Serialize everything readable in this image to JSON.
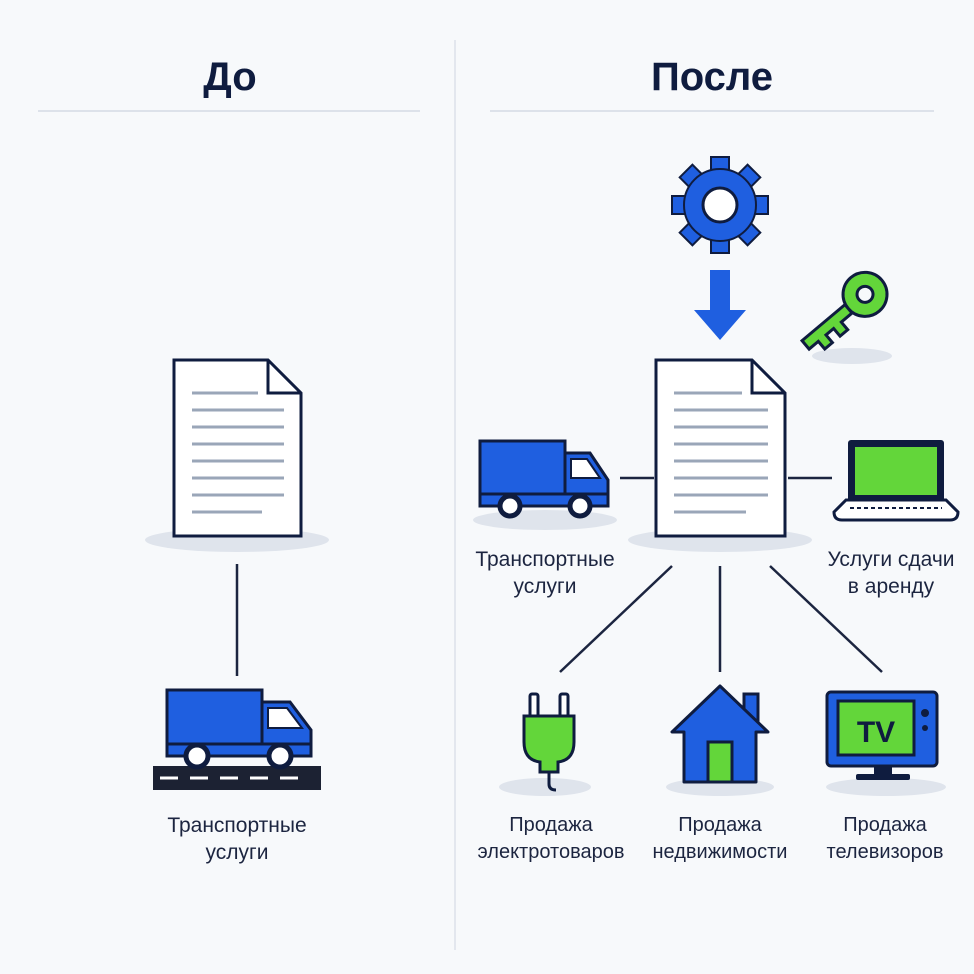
{
  "before": {
    "title": "До",
    "transport_caption": [
      "Транспортные",
      "услуги"
    ]
  },
  "after": {
    "title": "После",
    "nodes": {
      "transport": [
        "Транспортные",
        "услуги"
      ],
      "rental": [
        "Услуги сдачи",
        "в аренду"
      ],
      "electronics": [
        "Продажа",
        "электротоваров"
      ],
      "realty": [
        "Продажа",
        "недвижимости"
      ],
      "tv": [
        "Продажа",
        "телевизоров"
      ]
    },
    "tv_screen_text": "TV"
  },
  "colors": {
    "primary_blue": "#1f5fe0",
    "dark_navy": "#0f1c3f",
    "accent_green": "#63d63a",
    "paper": "#ffffff",
    "shadow": "#dfe4ec"
  },
  "icons": [
    "document-icon",
    "truck-icon",
    "road-icon",
    "gear-icon",
    "arrow-down-icon",
    "key-icon",
    "laptop-icon",
    "plug-icon",
    "house-icon",
    "tv-icon"
  ]
}
